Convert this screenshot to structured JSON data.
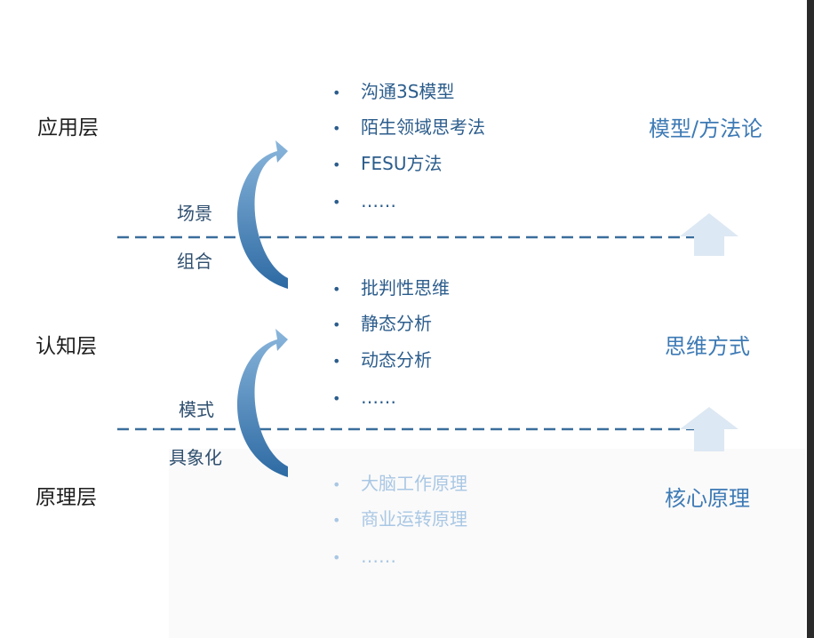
{
  "layers": {
    "application": "应用层",
    "cognition": "认知层",
    "principle": "原理层"
  },
  "transitions": {
    "upper": {
      "top": "场景",
      "bottom": "组合"
    },
    "lower": {
      "top": "模式",
      "bottom": "具象化"
    }
  },
  "right_labels": {
    "application": "模型/方法论",
    "cognition": "思维方式",
    "principle": "核心原理"
  },
  "bullet": "•",
  "lists": {
    "application": [
      "沟通3S模型",
      "陌生领域思考法",
      "FESU方法",
      "……"
    ],
    "cognition": [
      "批判性思维",
      "静态分析",
      "动态分析",
      "……"
    ],
    "principle": [
      "大脑工作原理",
      "商业运转原理",
      "……"
    ]
  },
  "colors": {
    "primary_blue": "#2c5d8c",
    "label_blue": "#3d7ab5",
    "faded_blue": "#a9c7e4",
    "dashed_line": "#3a6e9c",
    "up_arrow": "#dce8f3"
  }
}
